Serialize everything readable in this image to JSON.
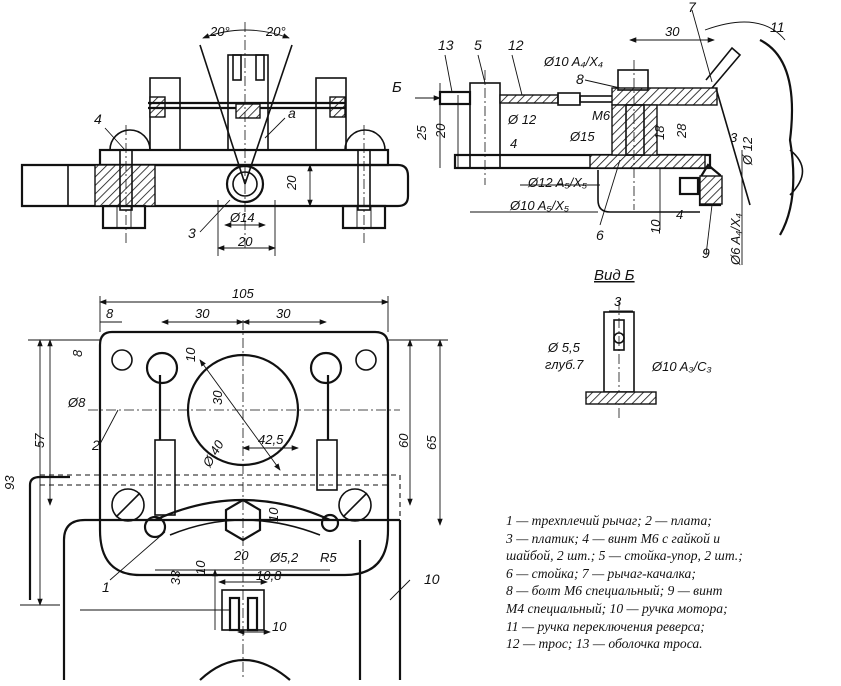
{
  "view_title": "Вид Б",
  "view_arrow_label": "Б",
  "dimensions": {
    "angle_left": "20°",
    "angle_right": "20°",
    "point_a": "a",
    "front_20_vert": "20",
    "front_d14": "Ø14",
    "front_20_horiz": "20",
    "side_d10_a4x4_top": "Ø10 A₄/X₄",
    "side_30": "30",
    "side_25": "25",
    "side_20": "20",
    "side_d12": "Ø 12",
    "side_m6": "M6",
    "side_d15": "Ø15",
    "side_4a": "4",
    "side_18": "18",
    "side_28": "28",
    "side_3": "3",
    "side_d12_right": "Ø 12",
    "side_d12_a5x5": "Ø12 A₅/X₅",
    "side_d10_a5x5": "Ø10 A₅/X₅",
    "side_10": "10",
    "side_4b": "4",
    "side_d6_a4x4": "Ø6 A₄/X₄",
    "plan_105": "105",
    "plan_8_top": "8",
    "plan_30a": "30",
    "plan_30b": "30",
    "plan_8_side": "8",
    "plan_10": "10",
    "plan_d8": "Ø8",
    "plan_30_circle": "30",
    "plan_d40": "Ø 40",
    "plan_42_5": "42,5",
    "plan_57": "57",
    "plan_93": "93",
    "plan_60": "60",
    "plan_65": "65",
    "plan_10_right": "10",
    "plan_d5_2": "Ø5,2",
    "plan_r5": "R5",
    "plan_20": "20",
    "plan_10_8": "10,8",
    "plan_10_left": "10",
    "plan_33": "33",
    "plan_10_bottom": "10",
    "view_3": "3",
    "view_d5_5": "Ø 5,5",
    "view_depth": "глуб.7",
    "view_d10_a3c3": "Ø10 A₃/C₃"
  },
  "callouts": {
    "c1": "1",
    "c2": "2",
    "c3": "3",
    "c4": "4",
    "c5": "5",
    "c6": "6",
    "c7": "7",
    "c8": "8",
    "c9": "9",
    "c10": "10",
    "c11": "11",
    "c12": "12",
    "c13": "13"
  },
  "legend": [
    "1 — трехплечий рычаг; 2 — плата;",
    "3 — платик; 4 — винт М6 с гайкой и",
    "шайбой, 2 шт.; 5 — стойка-упор, 2 шт.;",
    "6 — стойка; 7 — рычаг-качалка;",
    "8 — болт М6 специальный; 9 — винт",
    "М4 специальный; 10 — ручка мотора;",
    "11 — ручка переключения реверса;",
    "12 — трос; 13 — оболочка троса."
  ]
}
